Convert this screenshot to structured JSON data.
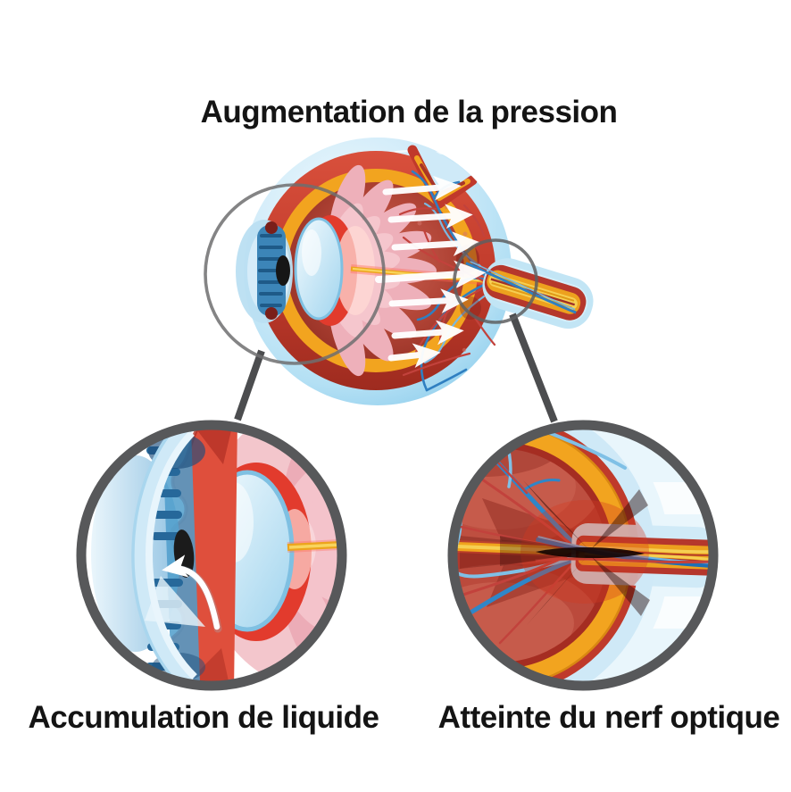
{
  "title": "Augmentation de la pression",
  "labels": {
    "bottom_left": "Accumulation de liquide",
    "bottom_right": "Atteinte du nerf optique"
  },
  "figure": {
    "type": "medical-illustration",
    "subject": "glaucoma eye cross-section",
    "panels": [
      {
        "name": "eye-cross-section-pressure",
        "caption_ref": "title"
      },
      {
        "name": "anterior-chamber-fluid-zoom",
        "caption_ref": "labels.bottom_left"
      },
      {
        "name": "optic-nerve-damage-zoom",
        "caption_ref": "labels.bottom_right"
      }
    ]
  },
  "colors": {
    "background": "#ffffff",
    "text": "#141414",
    "sclera_blue": "#cdeaf8",
    "eye_wall_red": "#bf3a2b",
    "choroid_orange": "#f2a41f",
    "interior_red": "#b04335",
    "lens_blue": "#bfe3f5",
    "fiber_pink": "#f2bac2",
    "vessel_blue": "#2f7fc1",
    "vessel_red": "#c2423c",
    "pressure_arrow_white": "#ffffff",
    "magnifier_gray": "#57585a"
  }
}
